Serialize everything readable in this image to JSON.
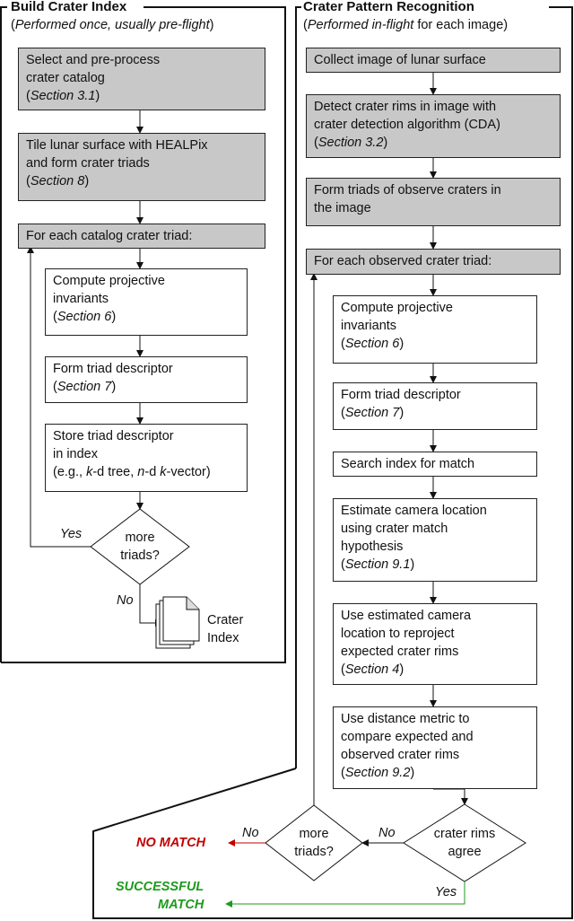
{
  "left": {
    "title": "Build Crater Index",
    "subtitle_open": "(",
    "subtitle": "Performed once, usually pre-flight",
    "subtitle_close": ")",
    "step1": {
      "line1": "Select and pre-process",
      "line2": "crater catalog",
      "ref": "Section 3.1"
    },
    "step2": {
      "line1": "Tile lunar surface with HEALPix",
      "line2": "and form crater triads",
      "ref": "Section 8"
    },
    "loop": "For each catalog crater triad:",
    "step3": {
      "line1": "Compute projective",
      "line2": "invariants",
      "ref": "Section 6"
    },
    "step4": {
      "line1": "Form triad descriptor",
      "ref": "Section 7"
    },
    "step5": {
      "line1": "Store triad descriptor",
      "line2": "in index",
      "line3_pre": "(e.g., ",
      "k1": "k",
      "line3_mid1": "-d tree, ",
      "n": "n",
      "line3_mid2": "-d ",
      "k2": "k",
      "line3_post": "-vector)"
    },
    "decision": {
      "line1": "more",
      "line2": "triads?"
    },
    "yes": "Yes",
    "no": "No",
    "doc": {
      "line1": "Crater",
      "line2": "Index"
    }
  },
  "right": {
    "title": "Crater Pattern Recognition",
    "subtitle_open": "(",
    "subtitle_a": "Performed in-flight",
    "subtitle_b": " for each image",
    "subtitle_close": ")",
    "step1": "Collect image of lunar surface",
    "step2": {
      "line1": "Detect crater rims in image with",
      "line2": "crater detection algorithm (CDA)",
      "ref": "Section 3.2"
    },
    "step3": {
      "line1": "Form triads of observe craters in",
      "line2": "the image"
    },
    "loop": "For each observed crater triad:",
    "step4": {
      "line1": "Compute projective",
      "line2": "invariants",
      "ref": "Section 6"
    },
    "step5": {
      "line1": "Form triad descriptor",
      "ref": "Section 7"
    },
    "step6": "Search index for match",
    "step7": {
      "line1": "Estimate camera location",
      "line2": "using crater match",
      "line3": "hypothesis",
      "ref": "Section 9.1"
    },
    "step8": {
      "line1": "Use estimated camera",
      "line2": "location to reproject",
      "line3": "expected crater rims",
      "ref": "Section 4"
    },
    "step9": {
      "line1": "Use distance metric to",
      "line2": "compare expected and",
      "line3": "observed crater rims",
      "ref": "Section 9.2"
    },
    "decision_agree": {
      "line1": "crater rims",
      "line2": "agree"
    },
    "decision_more": {
      "line1": "more",
      "line2": "triads?"
    },
    "no1": "No",
    "no2": "No",
    "yes": "Yes",
    "no_match": "NO MATCH",
    "success1": "SUCCESSFUL",
    "success2": "MATCH"
  }
}
